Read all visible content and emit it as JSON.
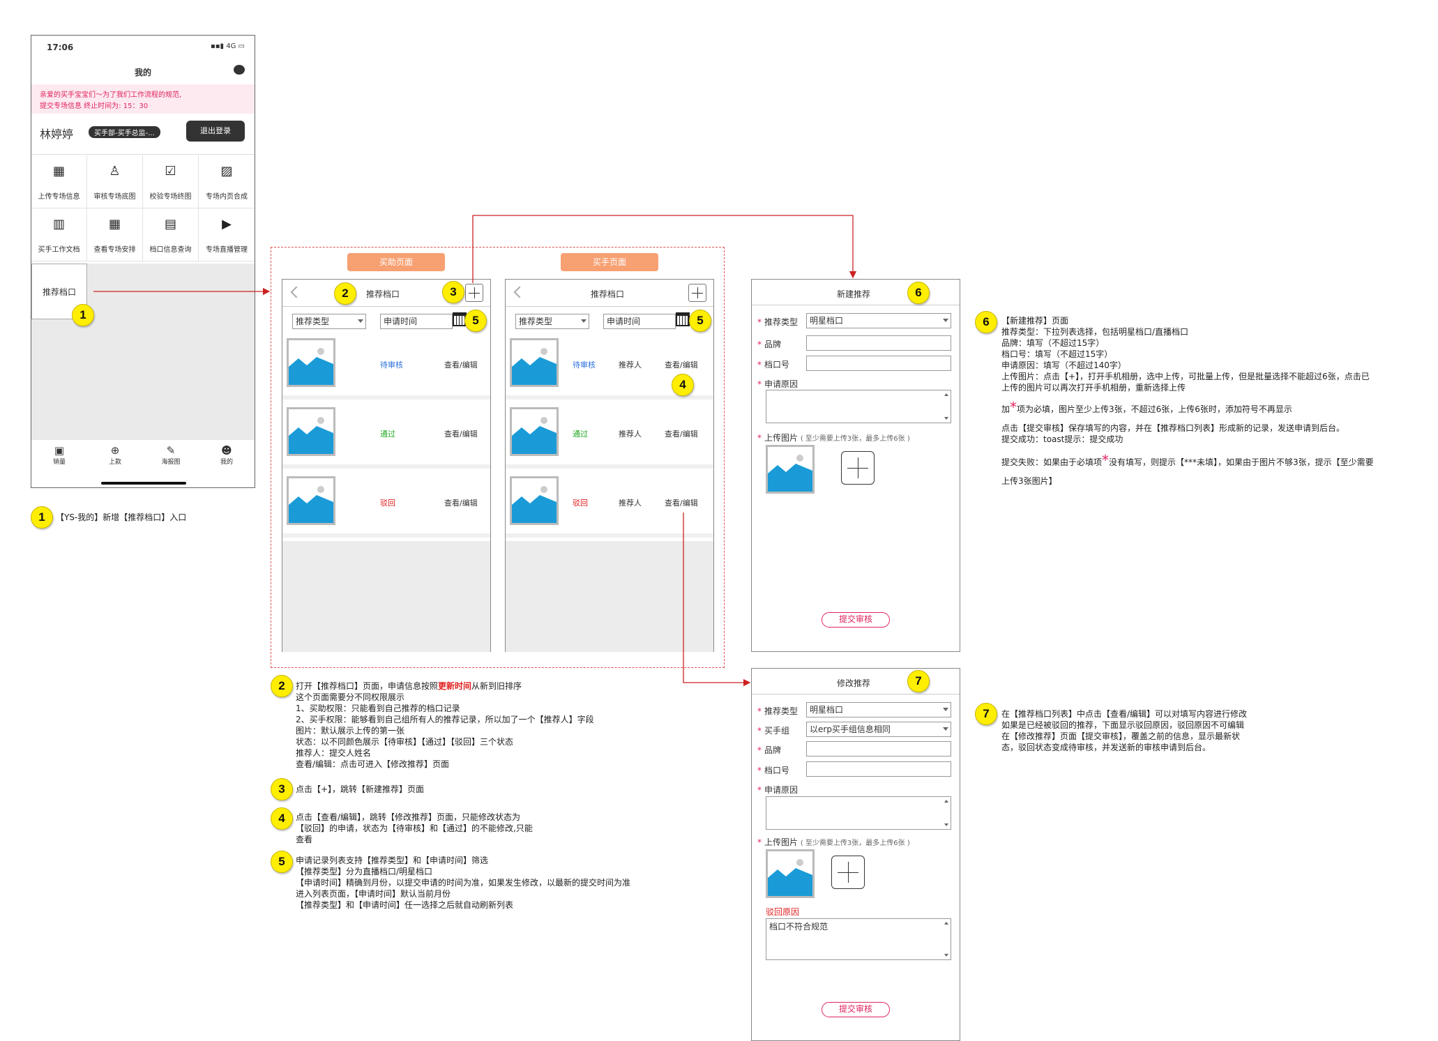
{
  "phone": {
    "time": "17:06",
    "signal": "4G",
    "title": "我的",
    "notice_line1": "亲爱的买手宝宝们～为了我们工作流程的规范,",
    "notice_line2": "提交专场信息 终止时间为: 15：30",
    "user_name": "林婷婷",
    "dept_badge": "买手部-买手总监-...",
    "logout": "退出登录",
    "grid": [
      {
        "icon": "dashboard-icon",
        "label": "上传专场信息"
      },
      {
        "icon": "stamp-icon",
        "label": "审核专场底图"
      },
      {
        "icon": "checkbox-icon",
        "label": "校验专场终图"
      },
      {
        "icon": "image-icon",
        "label": "专场内页合成"
      },
      {
        "icon": "book-icon",
        "label": "买手工作文档"
      },
      {
        "icon": "calendar-icon",
        "label": "查看专场安排"
      },
      {
        "icon": "file-search-icon",
        "label": "档口信息查询"
      },
      {
        "icon": "play-icon",
        "label": "专场直播管理"
      }
    ],
    "recommend": "推荐档口",
    "tabs": [
      {
        "icon": "chart-icon",
        "label": "销量"
      },
      {
        "icon": "plus-circle-icon",
        "label": "上款"
      },
      {
        "icon": "pen-icon",
        "label": "海报图"
      },
      {
        "icon": "user-icon",
        "label": "我的"
      }
    ]
  },
  "badges": [
    "1",
    "2",
    "3",
    "4",
    "5",
    "6",
    "7"
  ],
  "assistant": {
    "header_btn": "买助页面",
    "title": "推荐档口",
    "filter_type": "推荐类型",
    "filter_time": "申请时间",
    "rows": [
      {
        "status": "待审核",
        "status_color": "#2a6fdb",
        "action": "查看/编辑"
      },
      {
        "status": "通过",
        "status_color": "#22aa22",
        "action": "查看/编辑"
      },
      {
        "status": "驳回",
        "status_color": "#e02020",
        "action": "查看/编辑"
      }
    ]
  },
  "buyer": {
    "header_btn": "买手页面",
    "title": "推荐档口",
    "filter_type": "推荐类型",
    "filter_time": "申请时间",
    "recommender": "推荐人",
    "rows": [
      {
        "status": "待审核",
        "status_color": "#2a6fdb",
        "action": "查看/编辑"
      },
      {
        "status": "通过",
        "status_color": "#22aa22",
        "action": "查看/编辑"
      },
      {
        "status": "驳回",
        "status_color": "#e02020",
        "action": "查看/编辑"
      }
    ]
  },
  "new_form": {
    "title": "新建推荐",
    "type_label": "推荐类型",
    "type_value": "明星档口",
    "brand_label": "品牌",
    "stall_label": "档口号",
    "reason_label": "申请原因",
    "upload_label": "上传图片",
    "upload_hint": "( 至少需要上传3张，最多上传6张 )",
    "submit": "提交审核"
  },
  "edit_form": {
    "title": "修改推荐",
    "type_label": "推荐类型",
    "type_value": "明星档口",
    "group_label": "买手组",
    "group_value": "以erp买手组信息相同",
    "brand_label": "品牌",
    "stall_label": "档口号",
    "reason_label": "申请原因",
    "upload_label": "上传图片",
    "upload_hint": "( 至少需要上传3张，最多上传6张 )",
    "reject_label": "驳回原因",
    "reject_value": "档口不符合规范",
    "submit": "提交审核"
  },
  "notes": {
    "n1": "【YS-我的】新增【推荐档口】入口",
    "n2_a": "打开【推荐档口】页面，申请信息按照",
    "n2_red": "更新时间",
    "n2_b": "从新到旧排序",
    "n2_rest": "这个页面需要分不同权限展示\n1、买助权限：只能看到自己推荐的档口记录\n2、买手权限：能够看到自己组所有人的推荐记录，所以加了一个【推荐人】字段\n图片：默认展示上传的第一张\n状态：以不同颜色展示【待审核】【通过】【驳回】三个状态\n推荐人：提交人姓名\n查看/编辑：点击可进入【修改推荐】页面",
    "n3": "点击【+】，跳转【新建推荐】页面",
    "n4": "点击【查看/编辑】，跳转【修改推荐】页面，只能修改状态为\n【驳回】的申请，状态为【待审核】和【通过】的不能修改,只能\n查看",
    "n5": "申请记录列表支持【推荐类型】和【申请时间】筛选\n【推荐类型】分为直播档口/明星档口\n【申请时间】精确到月份，以提交申请的时间为准，如果发生修改，以最新的提交时间为准\n进入列表页面，【申请时间】默认当前月份\n【推荐类型】和【申请时间】任一选择之后就自动刷新列表",
    "n6_a": "【新建推荐】页面\n推荐类型：下拉列表选择，包括明星档口/直播档口\n品牌：填写（不超过15字）\n档口号：填写（不超过15字）\n申请原因：填写（不超过140字）\n上传图片：点击【+】，打开手机相册，选中上传，可批量上传，但是批量选择不能超过6张，点击已\n上传的图片可以再次打开手机相册，重新选择上传",
    "n6_b1": "加",
    "n6_b2": "项为必填，图片至少上传3张，不超过6张，上传6张时，添加符号不再显示",
    "n6_c": "点击【提交审核】保存填写的内容，并在【推荐档口列表】形成新的记录，发送申请到后台。\n提交成功：toast提示：提交成功",
    "n6_d1": "提交失败：如果由于必填项",
    "n6_d2": "没有填写，则提示【***未填】，如果由于图片不够3张，提示【至少需要",
    "n6_e": "上传3张图片】",
    "n7": "在【推荐档口列表】中点击【查看/编辑】可以对填写内容进行修改\n如果是已经被驳回的推荐，下面显示驳回原因，驳回原因不可编辑\n在【修改推荐】页面【提交审核】，覆盖之前的信息，显示最新状\n态，驳回状态变成待审核，并发送新的审核申请到后台。"
  },
  "colors": {
    "accent_orange": "#f7a072",
    "arrow_red": "#cc2222",
    "badge_yellow": "#ffee00",
    "required_pink": "#e0245e"
  }
}
